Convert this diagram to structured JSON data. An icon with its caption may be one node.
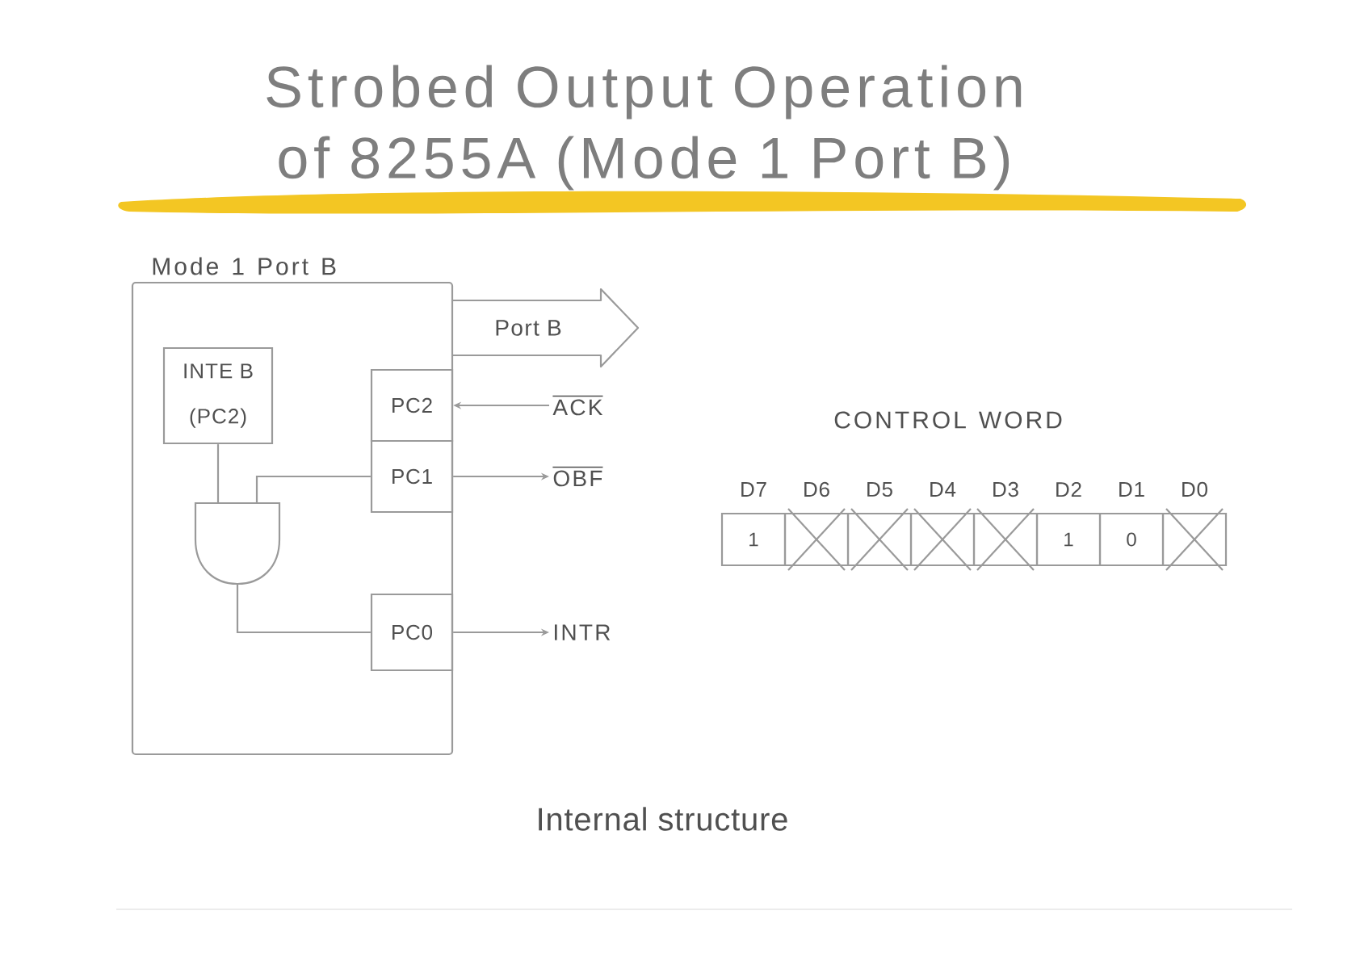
{
  "diagram": {
    "title": "Strobed Output Operation of 8255A (Mode 1 Port B)",
    "caption": "Internal structure",
    "nodes": [
      {
        "text": [
          "Mode 1 Port B"
        ]
      },
      {
        "text": [
          "Port B"
        ]
      },
      {
        "text": [
          "INTE B",
          "(PC2)"
        ],
        "in": 0
      },
      {
        "text": [
          "PC2"
        ],
        "in": 0
      },
      {
        "text": [
          "ACK"
        ]
      },
      {
        "text": [
          "PC1"
        ],
        "in": 0
      },
      {
        "text": [
          "OBF"
        ]
      },
      {
        "text": [],
        "shape": "gate",
        "in": 0
      },
      {
        "text": [
          "PC0"
        ],
        "in": 0
      },
      {
        "text": [
          "INTR"
        ]
      }
    ],
    "edges": [
      {
        "from": 4,
        "to": 3,
        "arrow": "to"
      },
      {
        "from": 5,
        "to": 6,
        "arrow": "to"
      },
      {
        "from": 8,
        "to": 9,
        "arrow": "to"
      },
      {
        "from": 2,
        "to": 7,
        "arrow": "none"
      },
      {
        "from": 5,
        "to": 7,
        "arrow": "none"
      },
      {
        "from": 7,
        "to": 8,
        "arrow": "none"
      }
    ],
    "labels": [
      "CONTROL WORD",
      "D7",
      "D6",
      "D5",
      "D4",
      "D3",
      "D2",
      "D1",
      "D0",
      "1",
      "1",
      "0"
    ]
  }
}
